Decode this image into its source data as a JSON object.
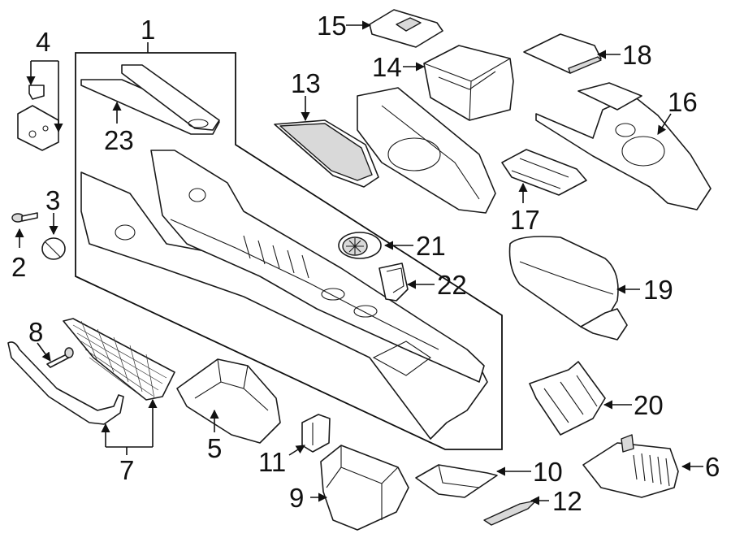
{
  "colors": {
    "line": "#1a1a1a",
    "background": "#ffffff",
    "shade": "#d9d9d9"
  },
  "callouts": {
    "c1": "1",
    "c2": "2",
    "c3": "3",
    "c4": "4",
    "c5": "5",
    "c6": "6",
    "c7": "7",
    "c8": "8",
    "c9": "9",
    "c10": "10",
    "c11": "11",
    "c12": "12",
    "c13": "13",
    "c14": "14",
    "c15": "15",
    "c16": "16",
    "c17": "17",
    "c18": "18",
    "c19": "19",
    "c20": "20",
    "c21": "21",
    "c22": "22",
    "c23": "23"
  }
}
